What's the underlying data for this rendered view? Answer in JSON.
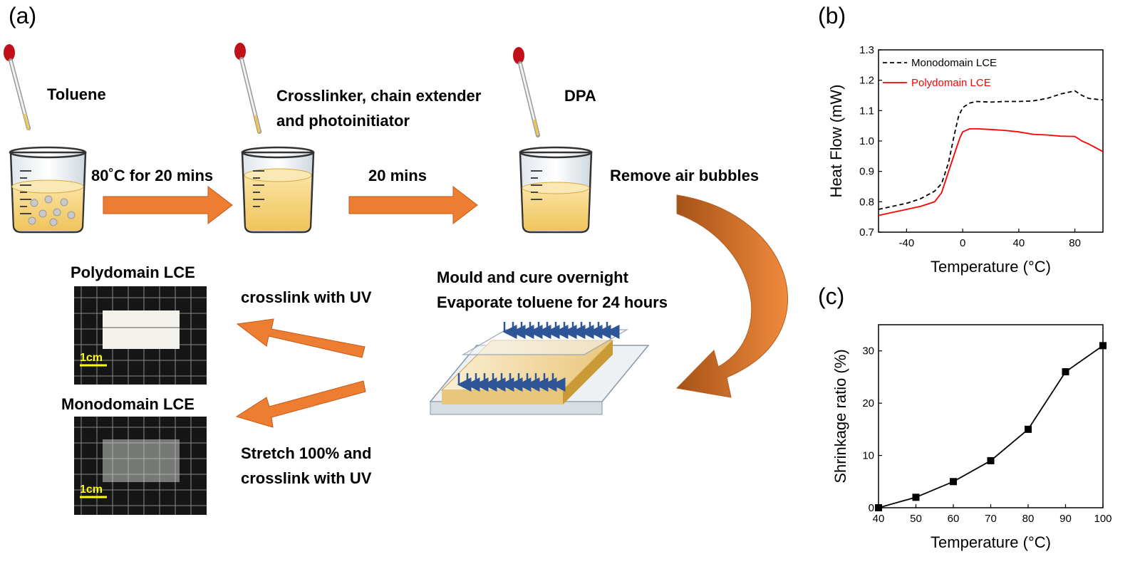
{
  "panel_labels": {
    "a": "(a)",
    "b": "(b)",
    "c": "(c)"
  },
  "diagram": {
    "reagents": {
      "toluene": "Toluene",
      "crosslinker_line1": "Crosslinker,  chain extender",
      "crosslinker_line2": "and photoinitiator",
      "dpa": "DPA"
    },
    "steps": {
      "heat": "80˚C for 20 mins",
      "mix": "20 mins",
      "degas": "Remove air bubbles",
      "mould_line1": "Mould and cure overnight",
      "mould_line2": "Evaporate toluene for 24 hours",
      "uv": "crosslink with UV",
      "stretch_line1": "Stretch 100% and",
      "stretch_line2": "crosslink with UV"
    },
    "samples": {
      "polydomain": "Polydomain LCE",
      "monodomain": "Monodomain LCE",
      "scale_bar": "1cm"
    },
    "colors": {
      "arrow": "#ed7d31",
      "liquid": "#f5d27a",
      "mould_arrow": "#2e5597",
      "scale_bar": "#ffff00"
    }
  },
  "chart_data": [
    {
      "type": "line",
      "panel": "(b)",
      "xlabel": "Temperature (°C)",
      "ylabel": "Heat Flow (mW)",
      "xlim": [
        -60,
        100
      ],
      "ylim": [
        0.7,
        1.3
      ],
      "xticks": [
        -40,
        0,
        40,
        80
      ],
      "yticks": [
        0.7,
        0.8,
        0.9,
        1.0,
        1.1,
        1.2,
        1.3
      ],
      "legend_position": "top-left",
      "series": [
        {
          "name": "Monodomain LCE",
          "style": "dashed",
          "color": "#000000",
          "x": [
            -60,
            -50,
            -40,
            -30,
            -20,
            -15,
            -10,
            -6,
            -3,
            0,
            5,
            10,
            20,
            30,
            40,
            50,
            60,
            70,
            75,
            80,
            85,
            90,
            100
          ],
          "y": [
            0.775,
            0.785,
            0.795,
            0.81,
            0.835,
            0.86,
            0.93,
            1.02,
            1.08,
            1.11,
            1.125,
            1.13,
            1.128,
            1.13,
            1.13,
            1.132,
            1.14,
            1.155,
            1.16,
            1.165,
            1.15,
            1.14,
            1.135
          ]
        },
        {
          "name": "Polydomain LCE",
          "style": "solid",
          "color": "#ff0000",
          "x": [
            -60,
            -50,
            -40,
            -30,
            -20,
            -15,
            -10,
            -5,
            -2,
            0,
            5,
            10,
            20,
            30,
            40,
            50,
            60,
            70,
            80,
            85,
            90,
            100
          ],
          "y": [
            0.755,
            0.765,
            0.775,
            0.785,
            0.8,
            0.83,
            0.9,
            0.97,
            1.01,
            1.03,
            1.04,
            1.04,
            1.038,
            1.035,
            1.03,
            1.022,
            1.02,
            1.016,
            1.015,
            1.0,
            0.99,
            0.965
          ]
        }
      ]
    },
    {
      "type": "line",
      "panel": "(c)",
      "xlabel": "Temperature (°C)",
      "ylabel": "Shrinkage ratio (%)",
      "xlim": [
        40,
        100
      ],
      "ylim": [
        0,
        35
      ],
      "xticks": [
        40,
        50,
        60,
        70,
        80,
        90,
        100
      ],
      "yticks": [
        0,
        10,
        20,
        30
      ],
      "series": [
        {
          "name": "",
          "marker": "square",
          "color": "#000000",
          "x": [
            40,
            50,
            60,
            70,
            80,
            90,
            100
          ],
          "y": [
            0,
            2,
            5,
            9,
            15,
            26,
            31
          ]
        }
      ]
    }
  ]
}
